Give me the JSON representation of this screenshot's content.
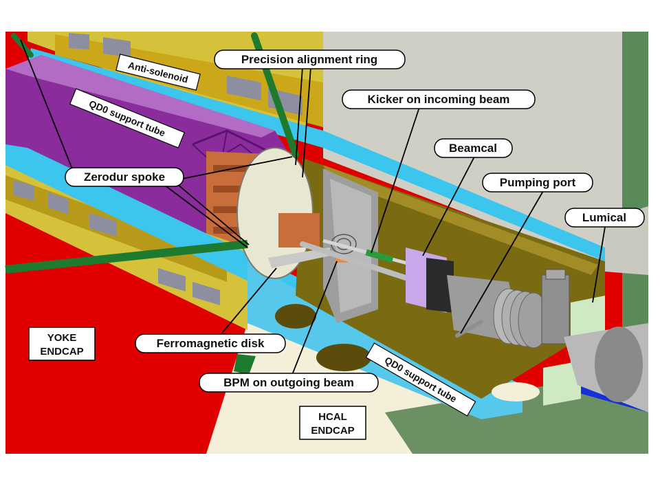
{
  "callouts": {
    "precision_alignment_ring": "Precision alignment ring",
    "kicker_on_incoming_beam": "Kicker on incoming beam",
    "beamcal": "Beamcal",
    "pumping_port": "Pumping port",
    "lumical": "Lumical",
    "zerodur_spoke": "Zerodur spoke",
    "ferromagnetic_disk": "Ferromagnetic disk",
    "bpm_on_outgoing_beam": "BPM on outgoing beam"
  },
  "tube_labels": {
    "anti_solenoid": "Anti-solenoid",
    "qd0_support_tube_upper": "QD0 support tube",
    "qd0_support_tube_lower": "QD0 support tube"
  },
  "regions": {
    "yoke_endcap_line1": "YOKE",
    "yoke_endcap_line2": "ENDCAP",
    "hcal_endcap_line1": "HCAL",
    "hcal_endcap_line2": "ENDCAP"
  },
  "colors": {
    "yoke_red": "#e00000",
    "hcal_cream": "#f4efd8",
    "wall_grey": "#cfcfc6",
    "qd0_purple": "#8a2c9c",
    "support_cyan": "#3cc6ee",
    "yellow_frame": "#d6c23a",
    "interior_olive": "#7a6a12",
    "copper": "#c86e3a",
    "spoke_green": "#1e7a2e",
    "grey_steel": "#a9a9a9",
    "lumical_green": "#cfe9c4",
    "right_green": "#5a8a5a",
    "blue_block": "#1530d8"
  }
}
